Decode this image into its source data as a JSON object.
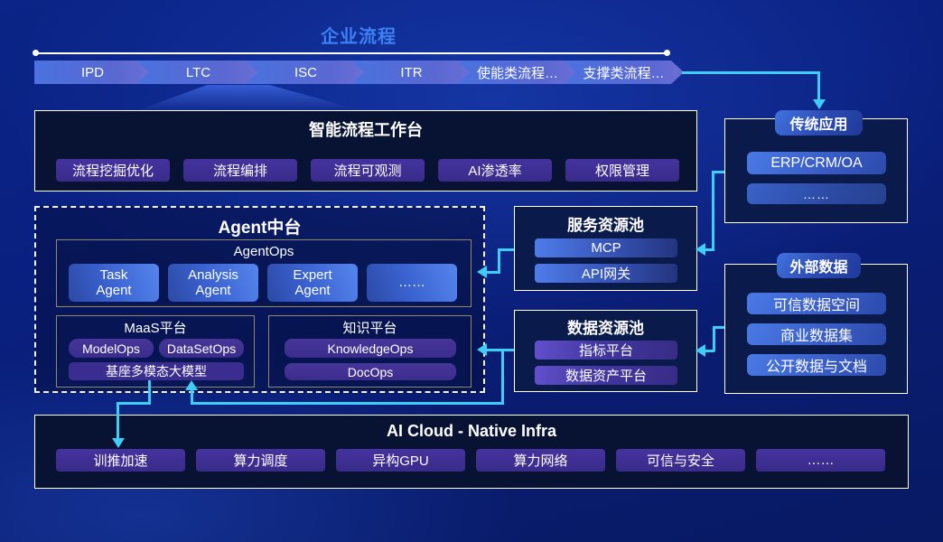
{
  "header": {
    "title": "企业流程",
    "process_chain": [
      "IPD",
      "LTC",
      "ISC",
      "ITR",
      "使能类流程…",
      "支撑类流程…"
    ]
  },
  "workbench": {
    "title": "智能流程工作台",
    "buttons": [
      "流程挖掘优化",
      "流程编排",
      "流程可观测",
      "AI渗透率",
      "权限管理"
    ]
  },
  "agent_platform": {
    "title": "Agent中台",
    "agentops": {
      "title": "AgentOps",
      "agents": [
        "Task Agent",
        "Analysis Agent",
        "Expert Agent",
        "……"
      ]
    },
    "maas": {
      "title": "MaaS平台",
      "items": [
        "ModelOps",
        "DataSetOps"
      ],
      "base_model": "基座多模态大模型"
    },
    "knowledge": {
      "title": "知识平台",
      "items": [
        "KnowledgeOps",
        "DocOps"
      ]
    }
  },
  "service_pool": {
    "title": "服务资源池",
    "items": [
      "MCP",
      "API网关"
    ]
  },
  "data_pool": {
    "title": "数据资源池",
    "items": [
      "指标平台",
      "数据资产平台"
    ]
  },
  "legacy_apps": {
    "title": "传统应用",
    "items": [
      "ERP/CRM/OA",
      "……"
    ]
  },
  "external_data": {
    "title": "外部数据",
    "items": [
      "可信数据空间",
      "商业数据集",
      "公开数据与文档"
    ]
  },
  "infra": {
    "title": "AI Cloud - Native Infra",
    "buttons": [
      "训推加速",
      "算力调度",
      "异构GPU",
      "算力网络",
      "可信与安全",
      "……"
    ]
  },
  "colors": {
    "accent_cyan": "#3ecdf5",
    "title_blue": "#3d80f2",
    "panel_border": "#ffffff",
    "inner_border": "#8f8966",
    "button_purple": "#3d2e94",
    "button_blue": "#4f7cea",
    "background_blue": "#0a2080"
  }
}
